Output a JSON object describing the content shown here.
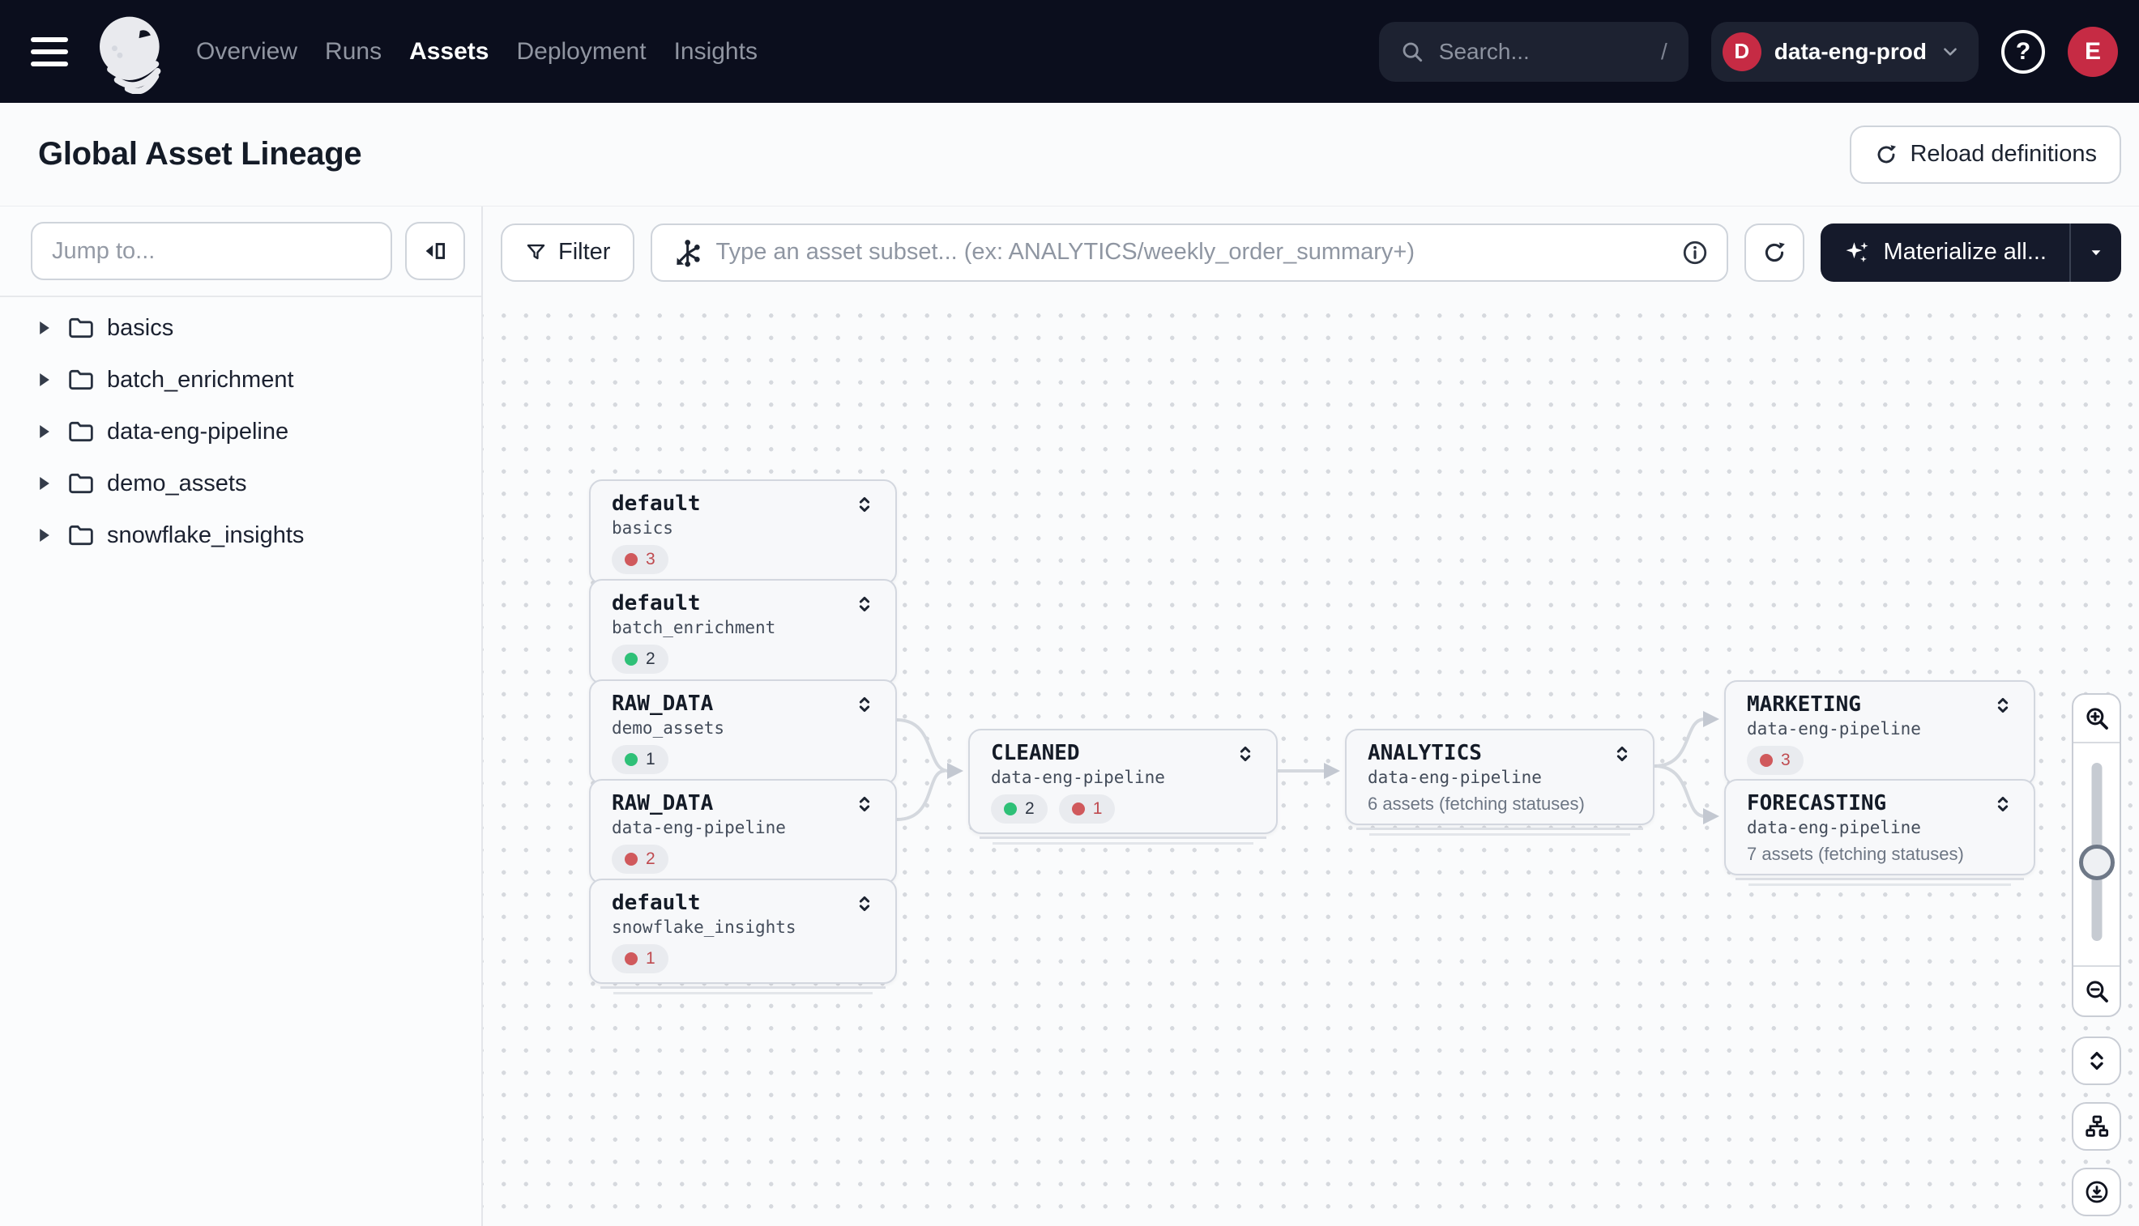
{
  "nav": {
    "links": [
      {
        "label": "Overview"
      },
      {
        "label": "Runs"
      },
      {
        "label": "Assets"
      },
      {
        "label": "Deployment"
      },
      {
        "label": "Insights"
      }
    ],
    "active_link": "Assets",
    "search_placeholder": "Search...",
    "search_shortcut": "/",
    "workspace": {
      "badge": "D",
      "name": "data-eng-prod"
    },
    "avatar_initial": "E",
    "help_glyph": "?"
  },
  "header": {
    "title": "Global Asset Lineage",
    "reload_label": "Reload definitions"
  },
  "sidebar": {
    "jump_placeholder": "Jump to...",
    "folders": [
      {
        "label": "basics"
      },
      {
        "label": "batch_enrichment"
      },
      {
        "label": "data-eng-pipeline"
      },
      {
        "label": "demo_assets"
      },
      {
        "label": "snowflake_insights"
      }
    ]
  },
  "toolbar": {
    "filter_label": "Filter",
    "subset_placeholder": "Type an asset subset... (ex: ANALYTICS/weekly_order_summary+)",
    "materialize_label": "Materialize all..."
  },
  "graph": {
    "nodes": [
      {
        "title": "default",
        "subtitle": "basics",
        "badges": [
          {
            "status": "error",
            "count": "3"
          }
        ]
      },
      {
        "title": "default",
        "subtitle": "batch_enrichment",
        "badges": [
          {
            "status": "success",
            "count": "2"
          }
        ]
      },
      {
        "title": "RAW_DATA",
        "subtitle": "demo_assets",
        "badges": [
          {
            "status": "success",
            "count": "1"
          }
        ]
      },
      {
        "title": "RAW_DATA",
        "subtitle": "data-eng-pipeline",
        "badges": [
          {
            "status": "error",
            "count": "2"
          }
        ]
      },
      {
        "title": "default",
        "subtitle": "snowflake_insights",
        "badges": [
          {
            "status": "error",
            "count": "1"
          }
        ]
      },
      {
        "title": "CLEANED",
        "subtitle": "data-eng-pipeline",
        "badges": [
          {
            "status": "success",
            "count": "2"
          },
          {
            "status": "error",
            "count": "1"
          }
        ]
      },
      {
        "title": "ANALYTICS",
        "subtitle": "data-eng-pipeline",
        "status_text": "6 assets (fetching statuses)"
      },
      {
        "title": "MARKETING",
        "subtitle": "data-eng-pipeline",
        "badges": [
          {
            "status": "error",
            "count": "3"
          }
        ]
      },
      {
        "title": "FORECASTING",
        "subtitle": "data-eng-pipeline",
        "status_text": "7 assets (fetching statuses)"
      }
    ],
    "edges": [
      {
        "from": "RAW_DATA (demo_assets)",
        "to": "CLEANED (data-eng-pipeline)"
      },
      {
        "from": "RAW_DATA (data-eng-pipeline)",
        "to": "CLEANED (data-eng-pipeline)"
      },
      {
        "from": "CLEANED (data-eng-pipeline)",
        "to": "ANALYTICS (data-eng-pipeline)"
      },
      {
        "from": "ANALYTICS (data-eng-pipeline)",
        "to": "MARKETING (data-eng-pipeline)"
      },
      {
        "from": "ANALYTICS (data-eng-pipeline)",
        "to": "FORECASTING (data-eng-pipeline)"
      }
    ]
  },
  "colors": {
    "status_success": "#2ec077",
    "status_error": "#d0595c",
    "accent_red": "#c62b44",
    "nav_bg": "#0b0e1d",
    "dark_button": "#151a2b",
    "edge": "#d4d8de"
  }
}
